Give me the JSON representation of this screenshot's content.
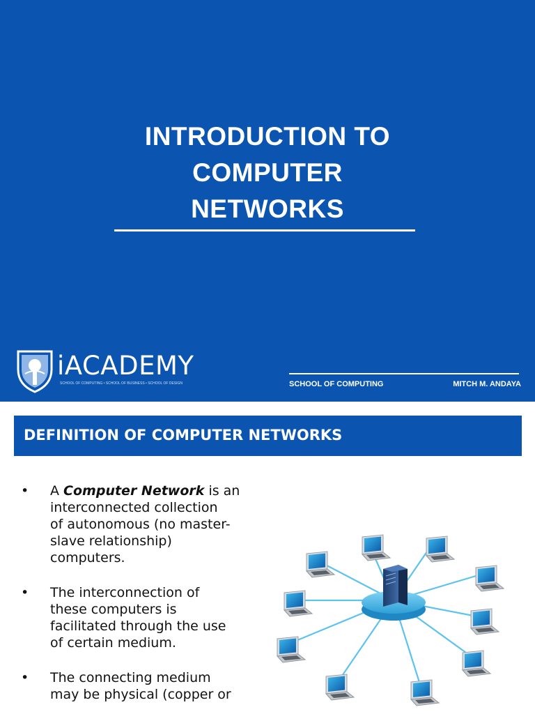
{
  "slide1": {
    "title_lines": [
      "INTRODUCTION TO",
      "COMPUTER",
      "NETWORKS"
    ],
    "logo_text": "iACADEMY",
    "logo_tagline": "SCHOOL OF COMPUTING • SCHOOL OF BUSINESS • SCHOOL OF DESIGN",
    "school": "SCHOOL OF COMPUTING",
    "author": "MITCH M. ANDAYA"
  },
  "slide2": {
    "header": "DEFINITION OF COMPUTER NETWORKS",
    "bullet_symbol": "•",
    "bullet1": {
      "prefix": "A ",
      "emphasis": "Computer Network",
      "suffix": " is an",
      "lines": [
        "interconnected collection",
        "of autonomous (no master-",
        "slave relationship)",
        "computers."
      ]
    },
    "bullet2": {
      "lines": [
        "The interconnection of",
        "these computers is",
        "facilitated through the use",
        "of certain medium."
      ]
    },
    "bullet3": {
      "lines": [
        "The connecting medium",
        "may be physical (copper or"
      ]
    },
    "image": {
      "icons": [
        "server-icon",
        "laptop-icon"
      ],
      "laptop_count": 10
    }
  }
}
